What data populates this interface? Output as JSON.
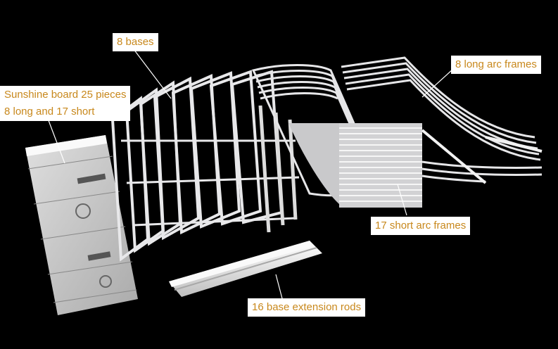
{
  "labels": {
    "bases": "8 bases",
    "long_arc": "8 long arc frames",
    "sunshine_line1": "Sunshine board 25 pieces",
    "sunshine_line2": "8 long and 17 short",
    "short_arc": "17 short arc frames",
    "extension": "16 base extension rods"
  },
  "colors": {
    "background": "#000000",
    "label_text": "#c8881c",
    "label_bg": "#ffffff",
    "frame": "#e8e8ea",
    "leader_line": "#ffffff"
  }
}
